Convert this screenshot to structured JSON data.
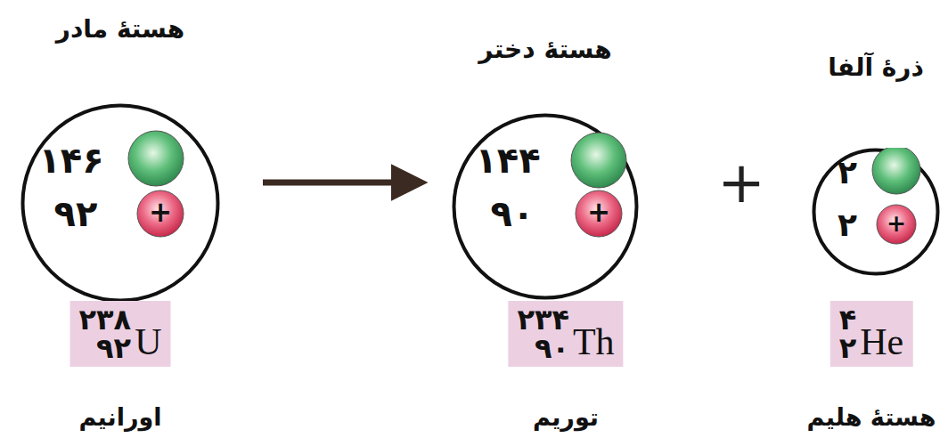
{
  "diagram": {
    "nodes": [
      {
        "text": [
          "هستهٔ مادر",
          "۱۴۶",
          "۹۲"
        ]
      },
      {
        "text": [
          "هستهٔ دختر",
          "۱۴۴",
          "۹۰"
        ]
      },
      {
        "text": [
          "ذرهٔ آلفا",
          "۲",
          "۲"
        ]
      },
      {
        "text": [
          "۲۳۸",
          "۹۲",
          "U"
        ]
      },
      {
        "text": [
          "۲۳۴",
          "۹۰",
          "Th"
        ]
      },
      {
        "text": [
          "۴",
          "۲",
          "He"
        ]
      }
    ],
    "edges": [
      {
        "from": 0,
        "to": 1,
        "arrow": "to"
      }
    ],
    "labels": [
      "+",
      "+",
      "+",
      "+",
      "اورانیم",
      "توریم",
      "هستهٔ هلیم"
    ]
  }
}
